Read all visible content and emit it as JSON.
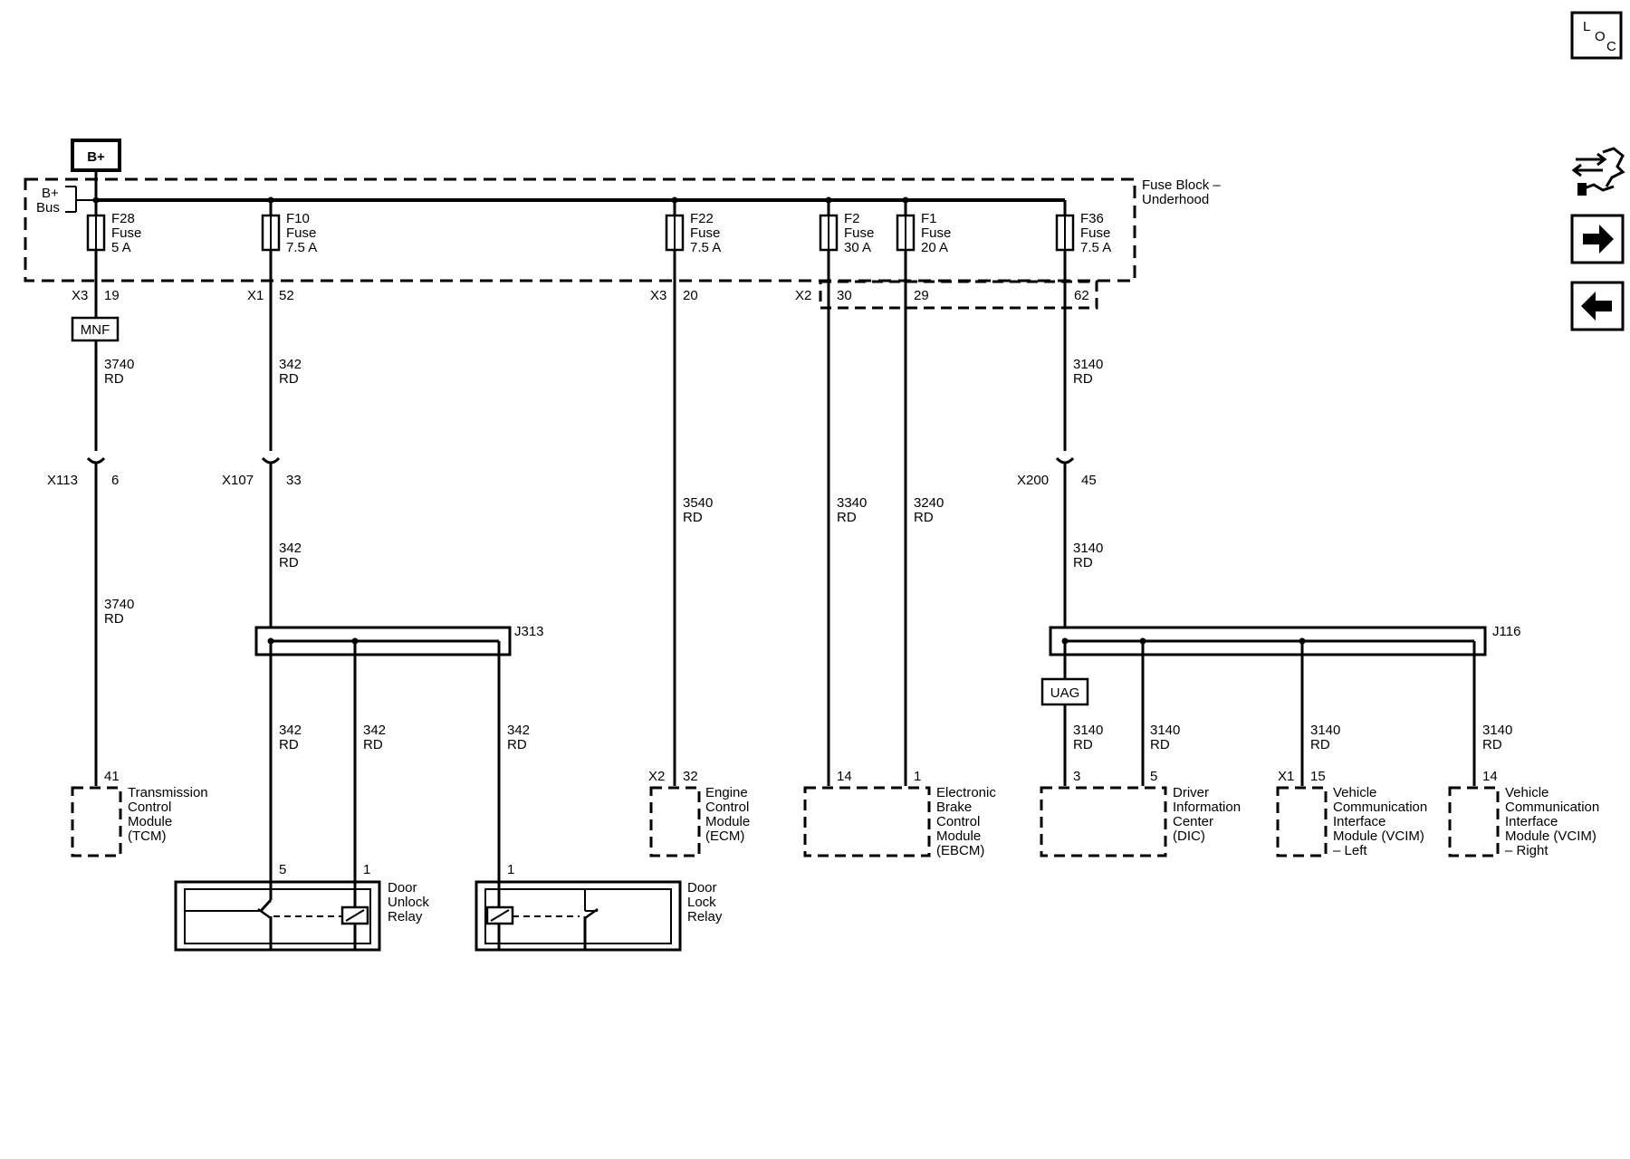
{
  "power": {
    "source": "B+",
    "bus_label": [
      "B+",
      "Bus"
    ]
  },
  "fuse_block": {
    "label": [
      "Fuse Block –",
      "Underhood"
    ]
  },
  "fuses": [
    {
      "lines": [
        "F28",
        "Fuse",
        "5 A"
      ],
      "connector": "X3",
      "pin": "19"
    },
    {
      "lines": [
        "F10",
        "Fuse",
        "7.5 A"
      ],
      "connector": "X1",
      "pin": "52"
    },
    {
      "lines": [
        "F22",
        "Fuse",
        "7.5 A"
      ],
      "connector": "X3",
      "pin": "20"
    },
    {
      "lines": [
        "F2",
        "Fuse",
        "30 A"
      ],
      "connector": "X2",
      "pin": "30"
    },
    {
      "lines": [
        "F1",
        "Fuse",
        "20 A"
      ],
      "connector": "",
      "pin": "29"
    },
    {
      "lines": [
        "F36",
        "Fuse",
        "7.5 A"
      ],
      "connector": "",
      "pin": "62"
    }
  ],
  "options": {
    "mnf": "MNF",
    "uag": "UAG"
  },
  "inline_connectors": [
    {
      "name": "X113",
      "pin": "6"
    },
    {
      "name": "X107",
      "pin": "33"
    },
    {
      "name": "X200",
      "pin": "45"
    }
  ],
  "splices": {
    "j313": "J313",
    "j116": "J116"
  },
  "wires": [
    [
      "3740",
      "RD"
    ],
    [
      "342",
      "RD"
    ],
    [
      "3140",
      "RD"
    ],
    [
      "3740",
      "RD"
    ],
    [
      "342",
      "RD"
    ],
    [
      "3540",
      "RD"
    ],
    [
      "3340",
      "RD"
    ],
    [
      "3240",
      "RD"
    ],
    [
      "3140",
      "RD"
    ],
    [
      "342",
      "RD"
    ],
    [
      "342",
      "RD"
    ],
    [
      "342",
      "RD"
    ],
    [
      "3140",
      "RD"
    ],
    [
      "3140",
      "RD"
    ],
    [
      "3140",
      "RD"
    ],
    [
      "3140",
      "RD"
    ]
  ],
  "modules": [
    {
      "lines": [
        "Transmission",
        "Control",
        "Module",
        "(TCM)"
      ],
      "pins": [
        {
          "conn": "",
          "pin": "41"
        }
      ]
    },
    {
      "lines": [
        "Engine",
        "Control",
        "Module",
        "(ECM)"
      ],
      "pins": [
        {
          "conn": "X2",
          "pin": "32"
        }
      ]
    },
    {
      "lines": [
        "Electronic",
        "Brake",
        "Control",
        "Module",
        "(EBCM)"
      ],
      "pins": [
        {
          "conn": "",
          "pin": "14"
        },
        {
          "conn": "",
          "pin": "1"
        }
      ]
    },
    {
      "lines": [
        "Driver",
        "Information",
        "Center",
        "(DIC)"
      ],
      "pins": [
        {
          "conn": "",
          "pin": "3"
        },
        {
          "conn": "",
          "pin": "5"
        }
      ]
    },
    {
      "lines": [
        "Vehicle",
        "Communication",
        "Interface",
        "Module (VCIM)",
        "– Left"
      ],
      "pins": [
        {
          "conn": "X1",
          "pin": "15"
        }
      ]
    },
    {
      "lines": [
        "Vehicle",
        "Communication",
        "Interface",
        "Module (VCIM)",
        "– Right"
      ],
      "pins": [
        {
          "conn": "",
          "pin": "14"
        }
      ]
    }
  ],
  "relays": [
    {
      "lines": [
        "Door",
        "Unlock",
        "Relay"
      ],
      "pins": [
        "5",
        "1"
      ]
    },
    {
      "lines": [
        "Door",
        "Lock",
        "Relay"
      ],
      "pins": [
        "1"
      ]
    }
  ],
  "nav": {
    "loc_letters": [
      "L",
      "O",
      "C"
    ],
    "icons": [
      "connector-tool-icon",
      "arrow-right-icon",
      "arrow-left-icon"
    ]
  },
  "colors": {
    "line": "#000000",
    "background": "#ffffff"
  }
}
